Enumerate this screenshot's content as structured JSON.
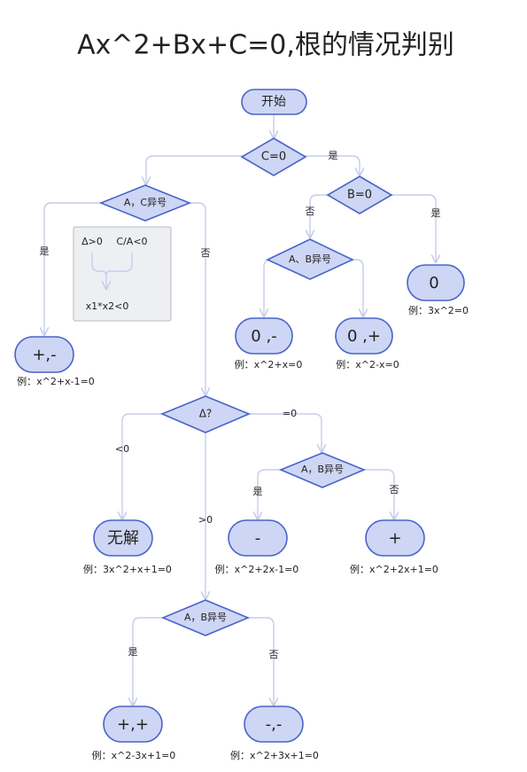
{
  "title": "Ax^2+Bx+C=0,根的情况判别",
  "nodes": {
    "start": "开始",
    "c_eq0": "C=0",
    "b_eq0": "B=0",
    "ac_opposite": "A，C异号",
    "ab_opposite_1": "A、B异号",
    "root_zero": "0",
    "root_0_neg": "0 ,-",
    "root_0_pos": "0 ,+",
    "root_pos_neg": "+,-",
    "delta": "Δ?",
    "ab_opposite_2": "A，B异号",
    "no_solution": "无解",
    "root_neg": "-",
    "root_pos": "+",
    "ab_opposite_3": "A，B异号",
    "root_pos_pos": "+,+",
    "root_neg_neg": "-,-"
  },
  "edges": {
    "c_yes": "是",
    "b_no": "否",
    "b_yes": "是",
    "ac_yes": "是",
    "ac_no": "否",
    "d_lt0": "<0",
    "d_eq0": "=0",
    "d_gt0": ">0",
    "ab2_yes": "是",
    "ab2_no": "否",
    "ab3_yes": "是",
    "ab3_no": "否"
  },
  "note": {
    "delta_pos": "Δ>0",
    "c_over_a": "C/A<0",
    "product": "x1*x2<0"
  },
  "examples": {
    "zero": "例：3x^2=0",
    "zero_neg": "例：x^2+x=0",
    "zero_pos": "例：x^2-x=0",
    "pos_neg": "例：x^2+x-1=0",
    "none": "例：3x^2+x+1=0",
    "neg": "例：x^2+2x-1=0",
    "pos": "例：x^2+2x+1=0",
    "pos_pos": "例：x^2-3x+1=0",
    "neg_neg": "例：x^2+3x+1=0"
  },
  "colors": {
    "node_fill": "#cdd6f4",
    "node_stroke": "#4a63c9",
    "connector": "#c5cdeb"
  }
}
